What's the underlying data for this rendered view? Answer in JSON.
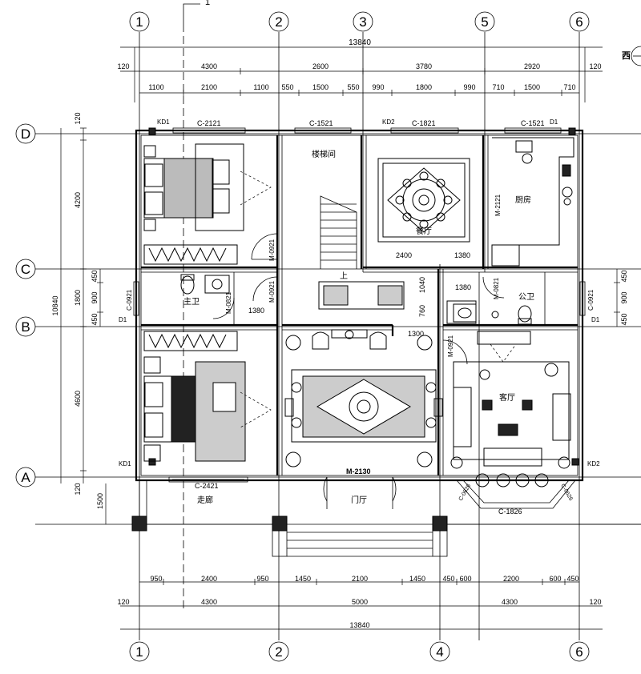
{
  "axes": {
    "top": [
      "1",
      "2",
      "3",
      "5",
      "6"
    ],
    "bottom": [
      "1",
      "2",
      "4",
      "6"
    ],
    "left": [
      "D",
      "C",
      "B",
      "A"
    ]
  },
  "north_label": "西",
  "section_mark": "1",
  "dims": {
    "top_total": "13840",
    "top_row1": [
      "120",
      "4300",
      "2600",
      "3780",
      "2920",
      "120"
    ],
    "top_row2": [
      "1100",
      "2100",
      "1100",
      "550",
      "1500",
      "550",
      "990",
      "1800",
      "990",
      "710",
      "1500",
      "710"
    ],
    "bottom_row1": [
      "950",
      "2400",
      "950",
      "1450",
      "2100",
      "1450",
      "450",
      "600",
      "2200",
      "600",
      "450"
    ],
    "bottom_row2": [
      "120",
      "4300",
      "5000",
      "4300",
      "120"
    ],
    "bottom_total": "13840",
    "left_outer": "10840",
    "left_row": [
      "120",
      "4200",
      "1800",
      "4600",
      "120",
      "1500"
    ],
    "left_inner": [
      "450",
      "900",
      "450"
    ],
    "right_inner": [
      "450",
      "900",
      "450"
    ],
    "interior": [
      "2400",
      "1380",
      "1380",
      "1040",
      "760",
      "1300",
      "1380"
    ]
  },
  "rooms": {
    "stair": "楼梯间",
    "kitchen": "厨房",
    "dining": "餐厅",
    "master_bath": "主卫",
    "public_bath": "公卫",
    "living": "客厅",
    "corridor": "走廊",
    "entrance": "门厅",
    "up": "上"
  },
  "labels": {
    "C2121": "C-2121",
    "C1521a": "C-1521",
    "C1821": "C-1821",
    "C1521b": "C-1521",
    "KD1": "KD1",
    "KD2": "KD2",
    "D1": "D1",
    "M2121": "M-2121",
    "M0921": "M-0921",
    "C0921": "C-0921",
    "M0821": "M-0821",
    "C2421": "C-2421",
    "M2130": "M-2130",
    "C1826": "C-1826",
    "C0626": "C-0626"
  }
}
